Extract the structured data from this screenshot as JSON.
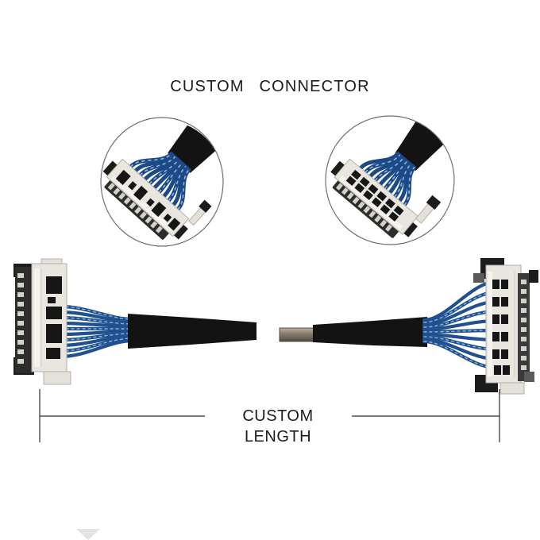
{
  "figure": {
    "connector_label": "CUSTOM CONNECTOR",
    "length_label": "CUSTOM LENGTH",
    "parts": [
      "left-connector-magnified-view",
      "right-connector-magnified-view",
      "left-cable-end-connector",
      "right-cable-end-connector",
      "braided-wire-bundles",
      "black-cable-sleeves",
      "length-dimension-annotation"
    ]
  },
  "nav": {
    "down_arrow_icon": "triangle-down"
  },
  "colors": {
    "background": "#ffffff",
    "text": "#1c1c1c",
    "dimension_line": "#2b2b2b",
    "circle_border": "#6f6f6f",
    "connector_body": "#e9e6e0",
    "connector_body_border": "#b3afa6",
    "pin_strip": "#2d2d2d",
    "contact_black": "#161616",
    "wire_blue": "#20508d",
    "wire_highlight": "#86b4de",
    "sleeve_black": "#131313",
    "ferrule_gray": "#857a6b",
    "nav_arrow": "#e3e3e3"
  }
}
